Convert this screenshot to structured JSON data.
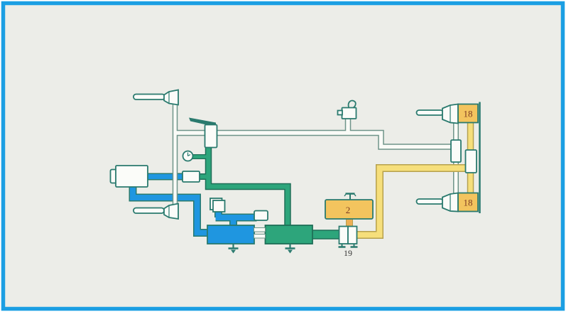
{
  "diagram": {
    "labels": {
      "rear_top_cylinder": "18",
      "rear_bottom_cylinder": "18",
      "yellow_apparatus": "2",
      "release_valve": "19"
    },
    "colors": {
      "frame_blue": "#1b9fe3",
      "background": "#ecede8",
      "circuit_blue": "#1f96e0",
      "circuit_green": "#2da57b",
      "pipe_yellow": "#f6df7b",
      "pipe_yellow_outline": "#b5a04e",
      "tank_yellow": "#f3c45e",
      "outline_teal": "#2a7a6e",
      "hollow_pipe_outline": "#6f9489",
      "link_orange": "#ecaf55",
      "label_brown": "#7e3b22",
      "label_dark": "#343434"
    }
  }
}
